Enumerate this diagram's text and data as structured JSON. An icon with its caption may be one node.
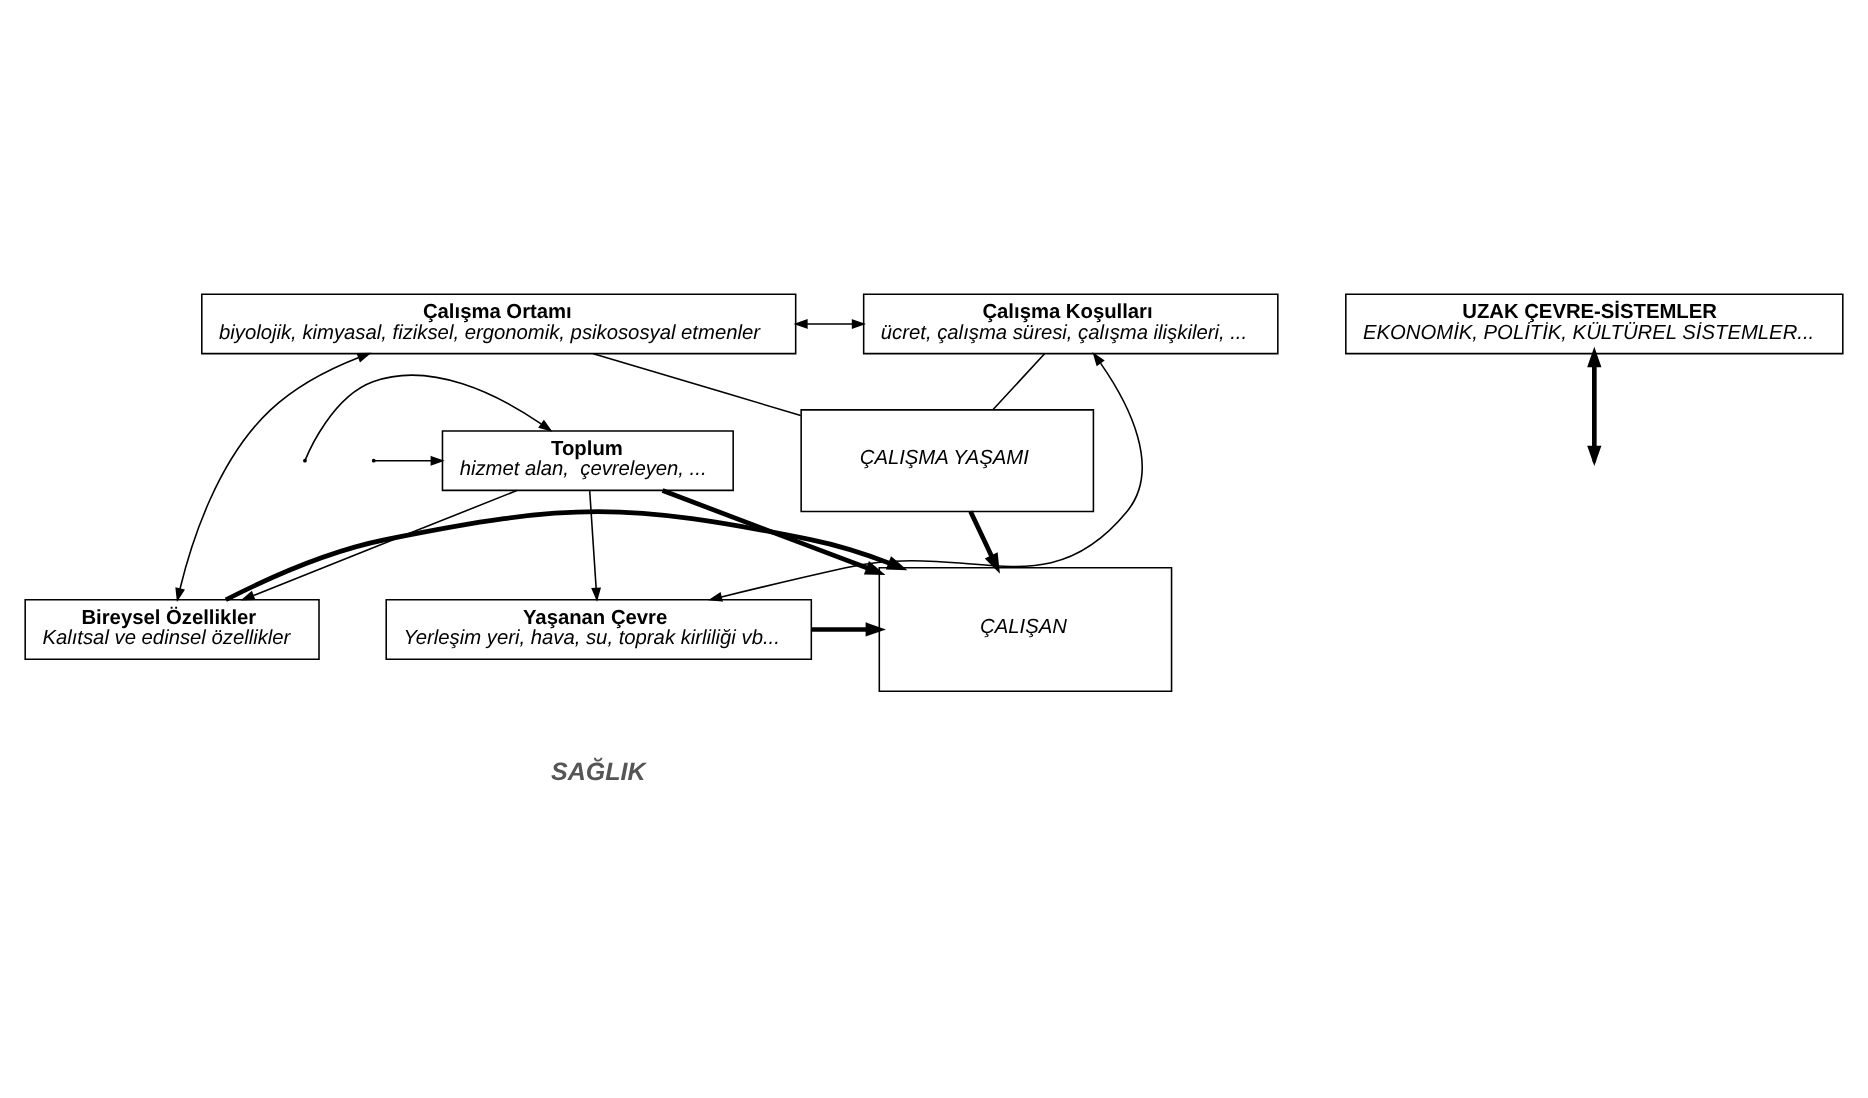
{
  "diagram": {
    "nodes": [
      {
        "text": [
          "Çalışma Ortamı",
          "biyolojik, kimyasal, fiziksel, ergonomik, psikososyal etmenler"
        ]
      },
      {
        "text": [
          "Çalışma Koşulları",
          "ücret, çalışma süresi, çalışma ilişkileri, ..."
        ]
      },
      {
        "text": [
          "ÇALIŞMA YAŞAMI"
        ]
      },
      {
        "text": [
          "Bireysel Özellikler",
          "Kalıtsal ve edinsel özellikler"
        ]
      },
      {
        "text": [
          "ÇALIŞAN"
        ]
      },
      {
        "text": [
          "Yaşanan Çevre",
          "Yerleşim yeri, hava, su, toprak kirliliği vb..."
        ]
      },
      {
        "text": [
          "Toplum",
          "hizmet alan,  çevreleyen, ..."
        ]
      },
      {
        "text": [
          "UZAK ÇEVRE-SİSTEMLER",
          "EKONOMİK, POLİTİK, KÜLTÜREL SİSTEMLER..."
        ]
      }
    ],
    "edges": [
      {
        "from": 0,
        "to": 1,
        "arrow": "both"
      },
      {
        "from": 3,
        "to": 0,
        "arrow": "both"
      },
      {
        "from": 5,
        "to": 1,
        "arrow": "both"
      },
      {
        "from": 0,
        "to": 2,
        "arrow": "none"
      },
      {
        "from": 1,
        "to": 2,
        "arrow": "none"
      },
      {
        "from": 2,
        "to": 4,
        "arrow": "to",
        "style": "thick"
      },
      {
        "from": 3,
        "to": 4,
        "arrow": "to",
        "style": "thick"
      },
      {
        "from": 5,
        "to": 4,
        "arrow": "to",
        "style": "thick"
      },
      {
        "from": 6,
        "to": 4,
        "arrow": "to",
        "style": "thick"
      },
      {
        "from": 6,
        "to": 3,
        "arrow": "to"
      },
      {
        "from": 6,
        "to": 5,
        "arrow": "to"
      },
      {
        "from": 7,
        "to": null,
        "arrow": "both",
        "style": "thick"
      },
      {
        "from": null,
        "to": 6,
        "arrow": "to"
      },
      {
        "from": null,
        "to": 6,
        "arrow": "to"
      }
    ],
    "labels": [
      "SAĞLIK"
    ]
  }
}
